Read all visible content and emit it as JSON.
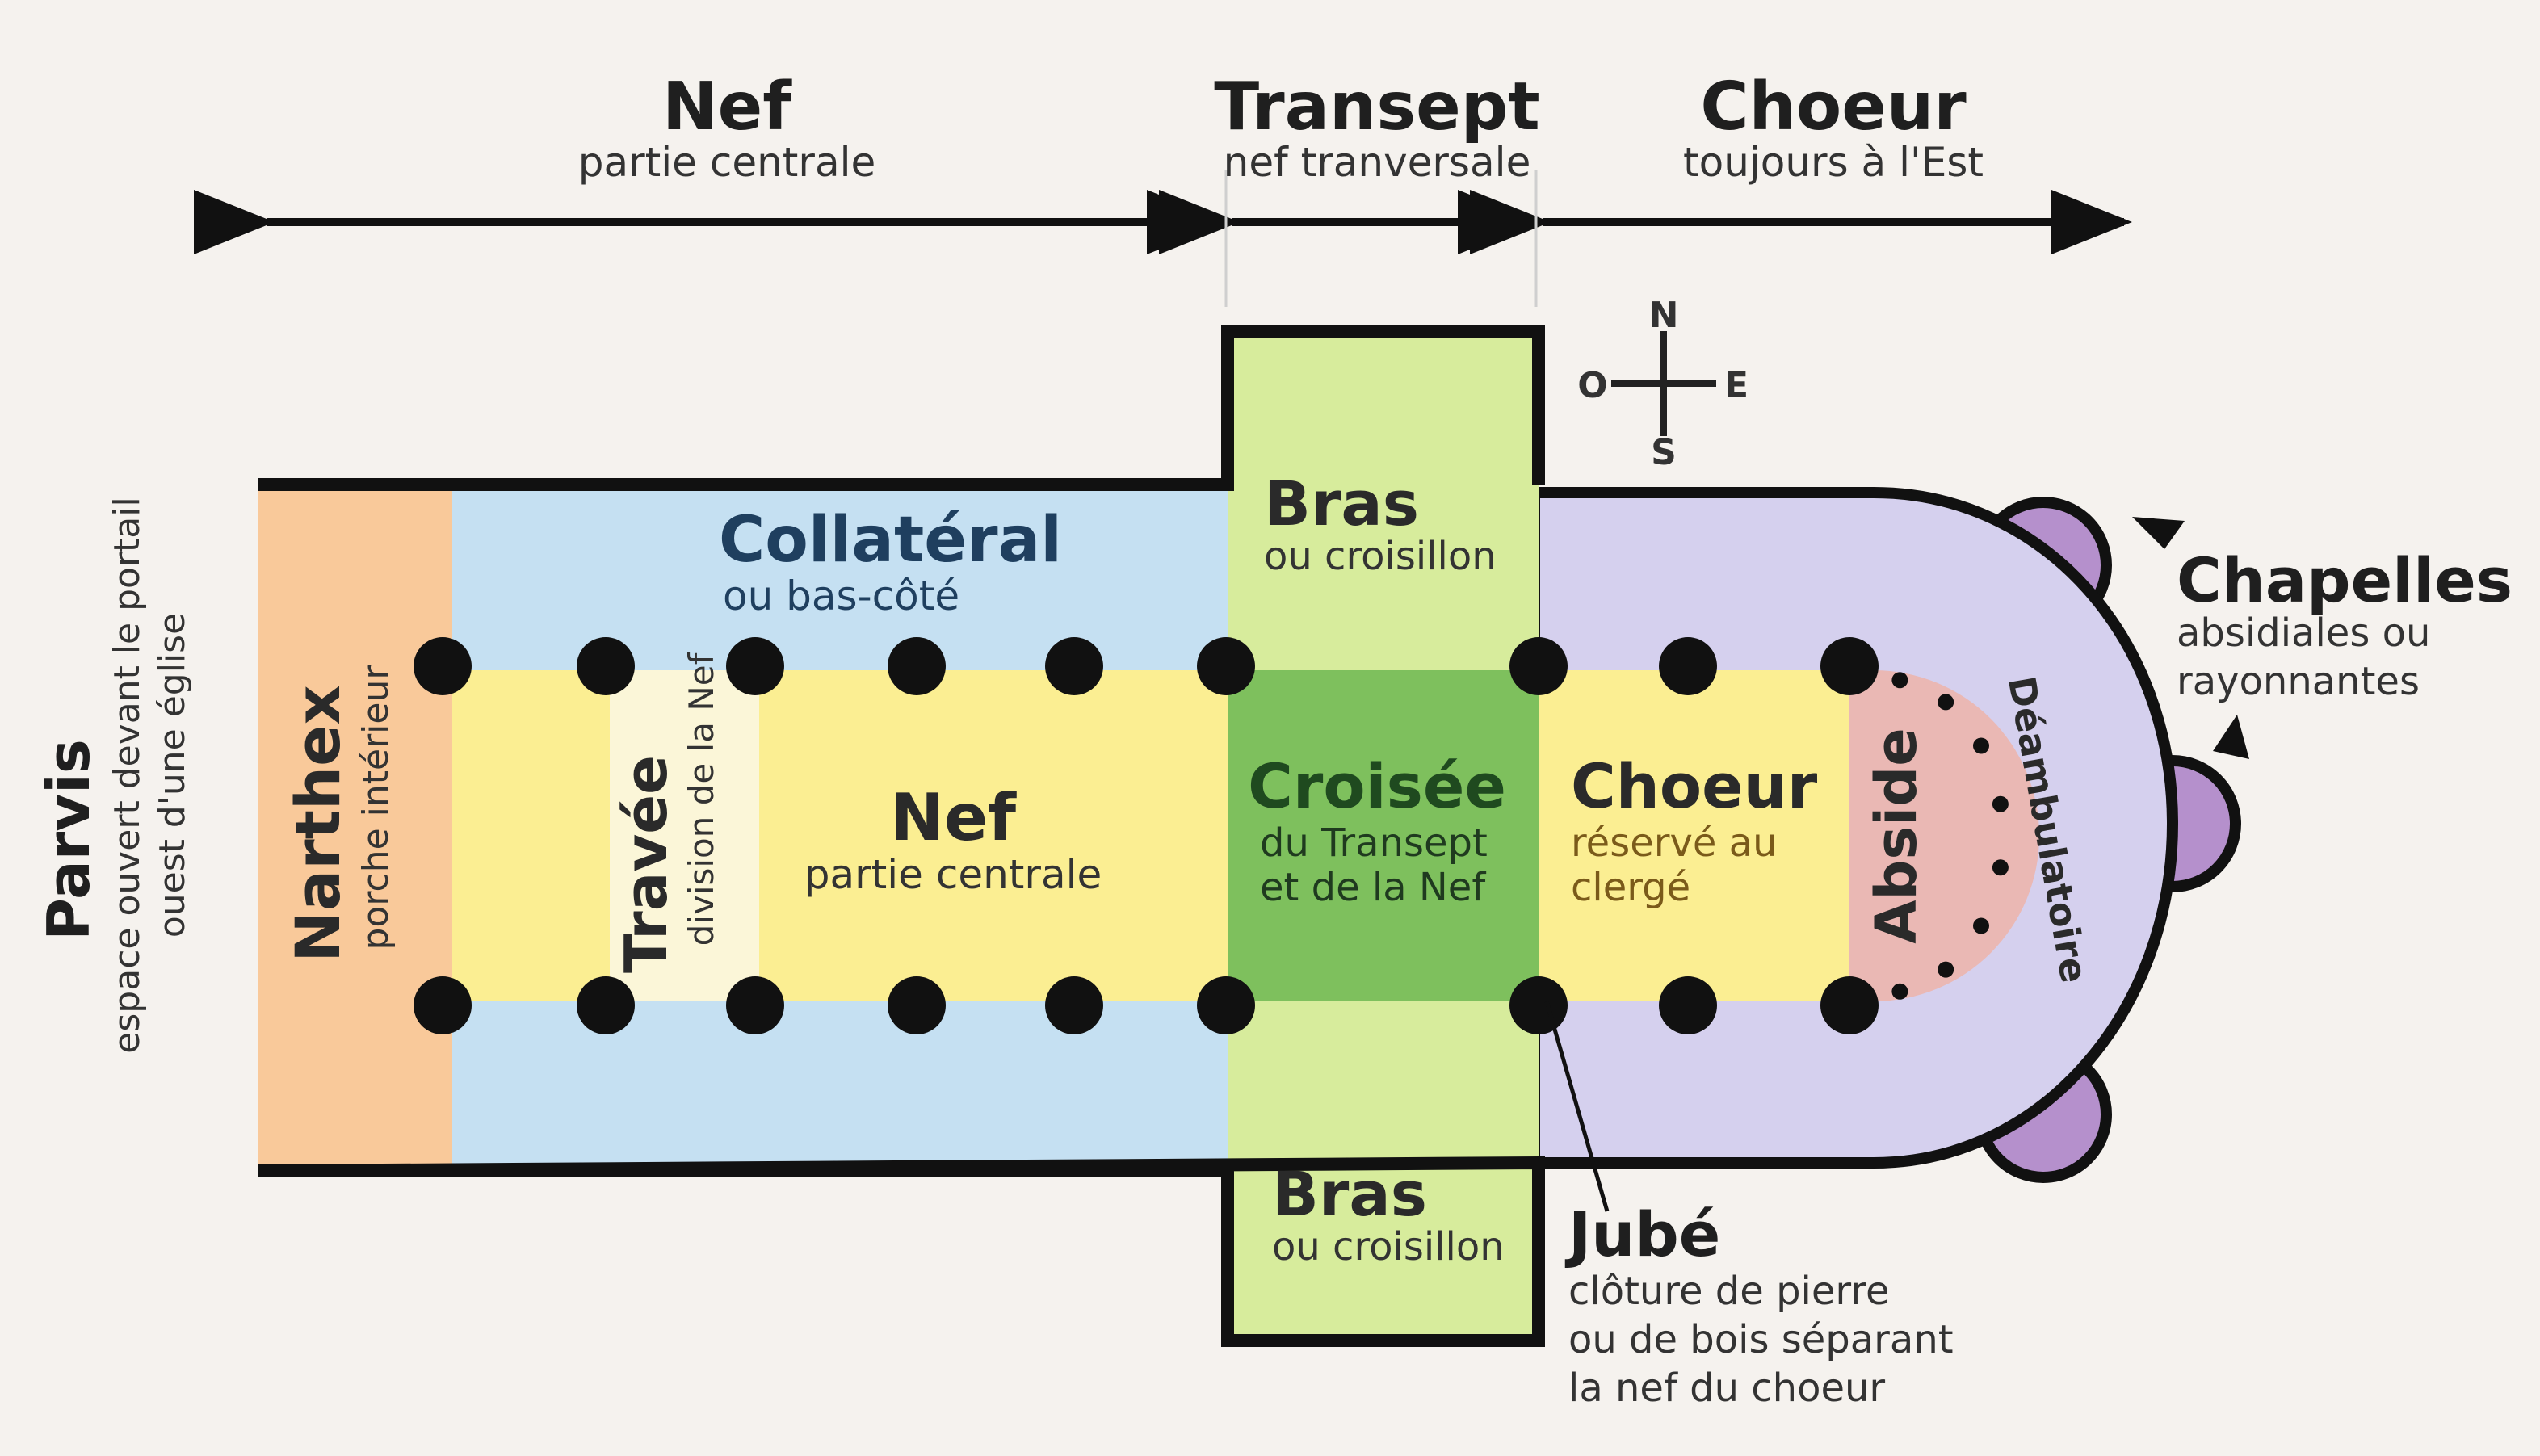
{
  "sections": {
    "nef": {
      "title": "Nef",
      "subtitle": "partie centrale"
    },
    "transept": {
      "title": "Transept",
      "subtitle": "nef tranversale"
    },
    "choeur": {
      "title": "Choeur",
      "subtitle": "toujours à l'Est"
    }
  },
  "compass": {
    "n": "N",
    "s": "S",
    "o": "O",
    "e": "E"
  },
  "parvis": {
    "title": "Parvis",
    "line1": "espace ouvert devant le portail",
    "line2": "ouest d'une église"
  },
  "narthex": {
    "title": "Narthex",
    "subtitle": "porche intérieur"
  },
  "travee": {
    "title": "Travée",
    "subtitle": "division de la Nef"
  },
  "collateral": {
    "title": "Collatéral",
    "subtitle": "ou bas-côté"
  },
  "nef_center": {
    "title": "Nef",
    "subtitle": "partie centrale"
  },
  "bras_top": {
    "title": "Bras",
    "subtitle": "ou croisillon"
  },
  "bras_bottom": {
    "title": "Bras",
    "subtitle": "ou croisillon"
  },
  "croisee": {
    "title": "Croisée",
    "line1": "du Transept",
    "line2": "et de la Nef"
  },
  "choeur_center": {
    "title": "Choeur",
    "line1": "réservé au",
    "line2": "clergé"
  },
  "abside": {
    "title": "Abside"
  },
  "deambulatoire": {
    "title": "Déambulatoire"
  },
  "chapelles": {
    "title": "Chapelles",
    "line1": "absidiales ou",
    "line2": "rayonnantes"
  },
  "jube": {
    "title": "Jubé",
    "line1": "clôture de pierre",
    "line2": "ou de bois séparant",
    "line3": "la nef du choeur"
  },
  "colors": {
    "narthex": "#f9c99a",
    "collateral": "#c5e0f2",
    "nave_band": "#fbee92",
    "travee": "#fbf6d8",
    "transept": "#d7ec9c",
    "croisee": "#7ec05d",
    "choeur_area": "#d5d0ee",
    "abside": "#eab8b4",
    "chapelle": "#b590cc",
    "outline": "#111111"
  }
}
